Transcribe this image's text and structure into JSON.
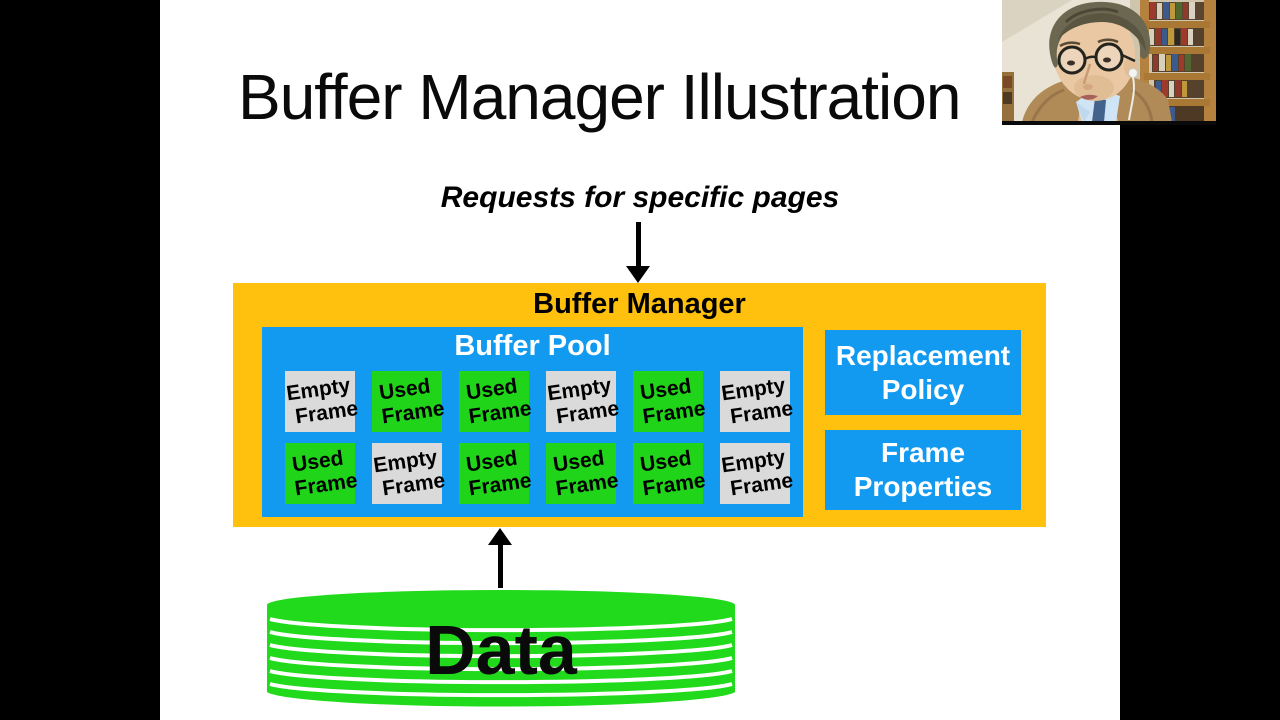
{
  "slide": {
    "title": "Buffer Manager Illustration",
    "subtitle": "Requests for specific pages",
    "buffer_manager": {
      "label": "Buffer Manager",
      "buffer_pool": {
        "label": "Buffer Pool",
        "frames": [
          {
            "state": "empty",
            "line1": "Empty",
            "line2": "Frame"
          },
          {
            "state": "used",
            "line1": "Used",
            "line2": "Frame"
          },
          {
            "state": "used",
            "line1": "Used",
            "line2": "Frame"
          },
          {
            "state": "empty",
            "line1": "Empty",
            "line2": "Frame"
          },
          {
            "state": "used",
            "line1": "Used",
            "line2": "Frame"
          },
          {
            "state": "empty",
            "line1": "Empty",
            "line2": "Frame"
          },
          {
            "state": "used",
            "line1": "Used",
            "line2": "Frame"
          },
          {
            "state": "empty",
            "line1": "Empty",
            "line2": "Frame"
          },
          {
            "state": "used",
            "line1": "Used",
            "line2": "Frame"
          },
          {
            "state": "used",
            "line1": "Used",
            "line2": "Frame"
          },
          {
            "state": "used",
            "line1": "Used",
            "line2": "Frame"
          },
          {
            "state": "empty",
            "line1": "Empty",
            "line2": "Frame"
          }
        ]
      },
      "side_boxes": [
        {
          "line1": "Replacement",
          "line2": "Policy"
        },
        {
          "line1": "Frame",
          "line2": "Properties"
        }
      ]
    },
    "data_store": {
      "label": "Data"
    }
  },
  "colors": {
    "letterbox": "#000000",
    "slide_bg": "#FFFFFF",
    "manager_bg": "#FFC00E",
    "pool_bg": "#119AF0",
    "side_box_bg": "#119AF0",
    "used_frame_bg": "#20D41A",
    "empty_frame_bg": "#DADADA",
    "cylinder_green": "#21DA1C"
  }
}
